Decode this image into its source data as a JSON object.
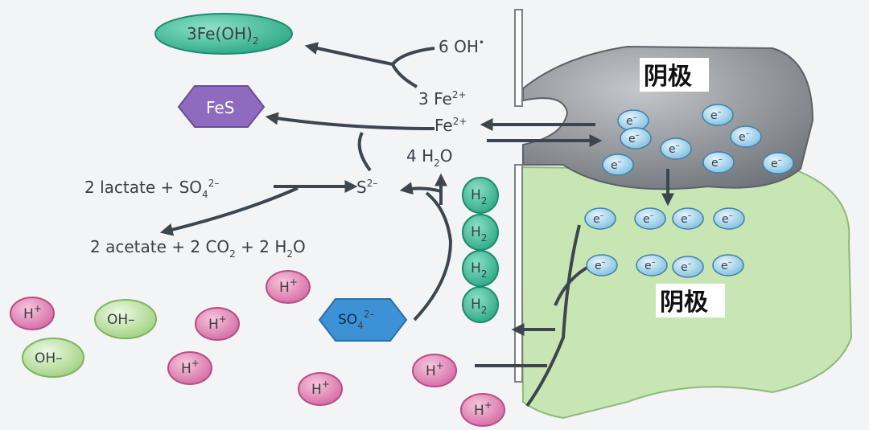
{
  "labels": {
    "cathode_top": "阴极",
    "cathode_bottom": "阴极",
    "fe_oh3": "3Fe(OH)",
    "fe_oh3_sub": "2",
    "fes": "FeS",
    "oh6": "6 OH",
    "oh6_sup": "•",
    "fe3": "3 Fe",
    "fe3_sup": "2+",
    "fe": "Fe",
    "fe_sup": "2+",
    "h2o4_a": "4 H",
    "h2o4_sub": "2",
    "h2o4_b": "O",
    "lactate_a": "2 lactate + SO",
    "lactate_sub": "4",
    "lactate_sup": "2–",
    "s2": "S",
    "s2_sup": "2–",
    "acetate_a": "2 acetate + 2 CO",
    "acetate_sub1": "2",
    "acetate_b": " + 2 H",
    "acetate_sub2": "2",
    "acetate_c": "O",
    "so4": "SO",
    "so4_sub": "4",
    "so4_sup": "2–",
    "h2": "H",
    "h2_sub": "2",
    "hplus": "H",
    "hplus_sup": "+",
    "ohminus": "OH–",
    "electron": "e",
    "electron_sup": "–"
  },
  "colors": {
    "teal": "#3dbd9c",
    "purple": "#8e6bbf",
    "blue": "#3d92d6",
    "pink": "#e07fb0",
    "green_ion": "#bfe3a7",
    "cathode_top": "#8f9398",
    "cathode_bottom": "#c7e6b3",
    "electron": "#a7d3ea"
  }
}
